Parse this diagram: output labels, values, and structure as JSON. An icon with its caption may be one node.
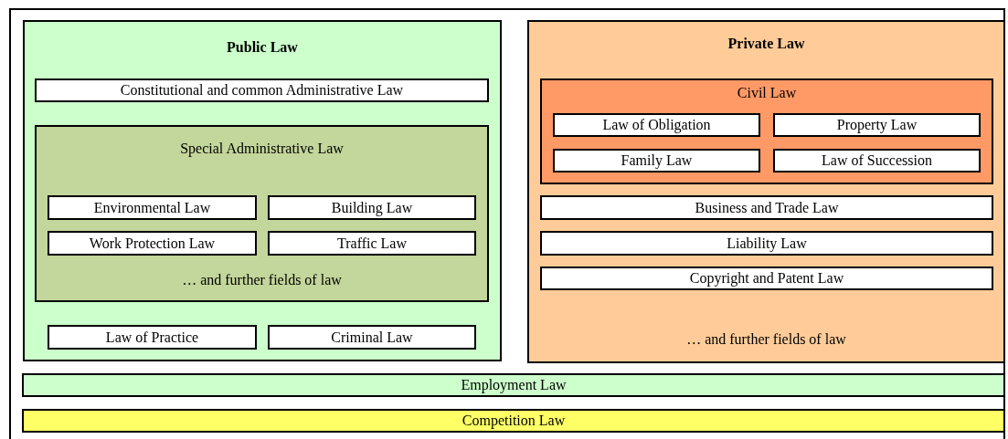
{
  "diagram": {
    "nodes": [
      {
        "text": [
          "Public Law"
        ]
      },
      {
        "text": [
          "Constitutional and common Administrative Law"
        ],
        "in": 0
      },
      {
        "text": [
          "Special Administrative Law",
          "… and further fields of law"
        ],
        "in": 0
      },
      {
        "text": [
          "Environmental Law"
        ],
        "in": 2
      },
      {
        "text": [
          "Building Law"
        ],
        "in": 2
      },
      {
        "text": [
          "Work Protection Law"
        ],
        "in": 2
      },
      {
        "text": [
          "Traffic Law"
        ],
        "in": 2
      },
      {
        "text": [
          "Law of Practice"
        ],
        "in": 0
      },
      {
        "text": [
          "Criminal Law"
        ],
        "in": 0
      },
      {
        "text": [
          "Private Law",
          "… and further fields of law"
        ]
      },
      {
        "text": [
          "Civil Law"
        ],
        "in": 9
      },
      {
        "text": [
          "Law of Obligation"
        ],
        "in": 10
      },
      {
        "text": [
          "Property Law"
        ],
        "in": 10
      },
      {
        "text": [
          "Family Law"
        ],
        "in": 10
      },
      {
        "text": [
          "Law of Succession"
        ],
        "in": 10
      },
      {
        "text": [
          "Business and Trade Law"
        ],
        "in": 9
      },
      {
        "text": [
          "Liability Law"
        ],
        "in": 9
      },
      {
        "text": [
          "Copyright and Patent Law"
        ],
        "in": 9
      },
      {
        "text": [
          "Employment Law"
        ]
      },
      {
        "text": [
          "Competition Law"
        ]
      }
    ],
    "edges": []
  }
}
